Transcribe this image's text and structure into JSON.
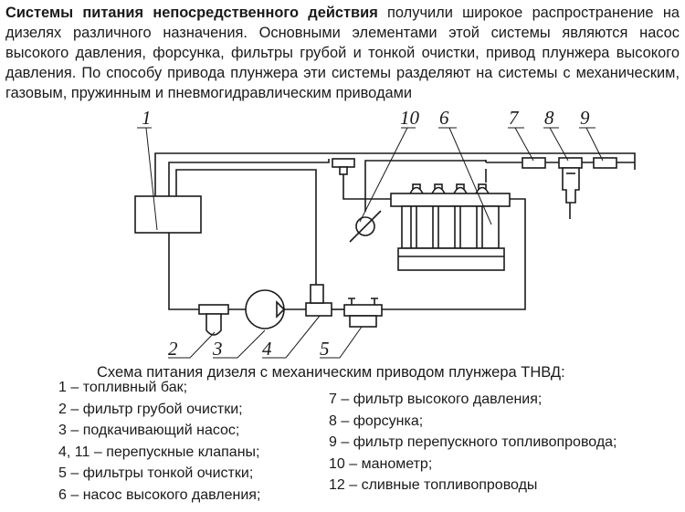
{
  "intro": {
    "bold": "Системы питания непосредственного действия",
    "rest": " получили широкое распространение на дизелях различного назначения. Основными элементами этой системы являются насос высокого давления, форсунка, фильтры грубой и тонкой очистки, привод плунжера высокого давления. По способу привода плунжера эти системы разделяют на системы с механическим, газовым, пружинным и пневмогидравлическим приводами"
  },
  "diagram": {
    "labels": {
      "n1": "1",
      "n2": "2",
      "n3": "3",
      "n4": "4",
      "n5": "5",
      "n6": "6",
      "n7": "7",
      "n8": "8",
      "n9": "9",
      "n10": "10"
    }
  },
  "caption": "Схема питания дизеля с механическим приводом плунжера ТНВД:",
  "legend_left": [
    "1 – топливный бак;",
    "2 – фильтр грубой очистки;",
    "3 – подкачивающий насос;",
    "4, 11 – перепускные клапаны;",
    "5 – фильтры тонкой очистки;",
    "6 – насос высокого давления;"
  ],
  "legend_right": [
    "7 – фильтр высокого давления;",
    "8 – форсунка;",
    "9 – фильтр перепускного топливопровода;",
    "10 – манометр;",
    "12 – сливные топливопроводы"
  ]
}
